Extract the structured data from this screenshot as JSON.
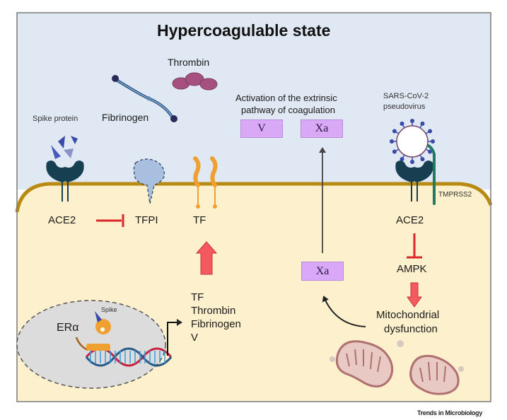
{
  "title": "Hypercoagulable state",
  "labels": {
    "thrombin": "Thrombin",
    "fibrinogen": "Fibrinogen",
    "spike_protein": "Spike protein",
    "extrinsic_line1": "Activation of the extrinsic",
    "extrinsic_line2": "pathway of coagulation",
    "sars_line1": "SARS-CoV-2",
    "sars_line2": "pseudovirus",
    "tmprss2": "TMPRSS2",
    "ace2_left": "ACE2",
    "tfpi": "TFPI",
    "tf_top": "TF",
    "ace2_right": "ACE2",
    "ampk": "AMPK",
    "mito_line1": "Mitochondrial",
    "mito_line2": "dysfunction",
    "era": "ERα",
    "spike_small": "Spike",
    "genes": [
      "TF",
      "Thrombin",
      "Fibrinogen",
      "V"
    ]
  },
  "boxes": {
    "v": "V",
    "xa_top": "Xa",
    "xa_bottom": "Xa"
  },
  "credit": "Trends in Microbiology",
  "colors": {
    "extracellular": "#dfe8f3",
    "cytoplasm": "#fdf0cc",
    "membrane": "#b88a12",
    "receptor": "#173f52",
    "inhibit": "#d9262a",
    "upregulate": "#f25a5f",
    "tf_orange": "#f0a030",
    "factor_box": "#d9a8f7",
    "tmprss2": "#1f7a63"
  }
}
